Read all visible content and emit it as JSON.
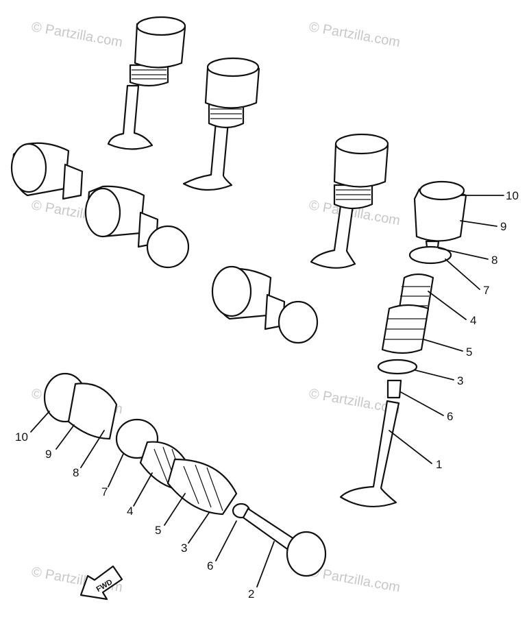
{
  "watermark": "© Partzilla.com",
  "forward_arrow_label": "FWD",
  "callouts_right": [
    "10",
    "9",
    "8",
    "7",
    "4",
    "5",
    "3",
    "6",
    "1"
  ],
  "callouts_left": [
    "10",
    "9",
    "8",
    "7",
    "4",
    "5",
    "3",
    "6",
    "2"
  ],
  "colors": {
    "ink": "#111111",
    "background": "#ffffff",
    "watermark": "#c8c8c8"
  }
}
